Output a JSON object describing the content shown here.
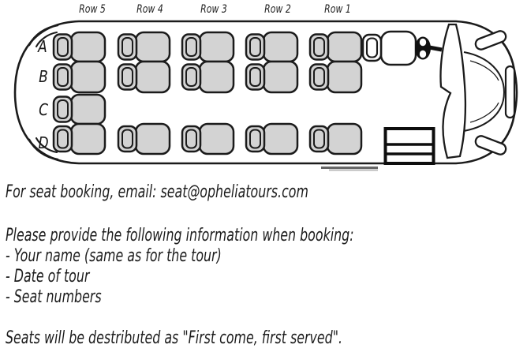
{
  "diagram": {
    "seat_fill": "#d3d3d3",
    "line_color": "#1b1b1b",
    "driver_seat_fill": "#ffffff",
    "row_labels": [
      "Row 5",
      "Row 4",
      "Row 3",
      "Row 2",
      "Row 1"
    ],
    "seat_letters": [
      "A",
      "B",
      "C",
      "D"
    ],
    "columns": [
      {
        "label": "Row 5",
        "seats": [
          "A",
          "B",
          "C",
          "D"
        ]
      },
      {
        "label": "Row 4",
        "seats": [
          "A",
          "B",
          "D"
        ]
      },
      {
        "label": "Row 3",
        "seats": [
          "A",
          "B",
          "D"
        ]
      },
      {
        "label": "Row 2",
        "seats": [
          "A",
          "B",
          "D"
        ]
      },
      {
        "label": "Row 1",
        "seats": [
          "A",
          "B",
          "D"
        ]
      }
    ]
  },
  "notes": {
    "booking_line": "For seat booking, email: seat@opheliatours.com",
    "info_intro": "Please provide the following information when booking:",
    "bullets": [
      "- Your name (same as for the tour)",
      "- Date of tour",
      "- Seat numbers"
    ],
    "distribution_line": "Seats will be destributed as \"First come, first served\"."
  }
}
